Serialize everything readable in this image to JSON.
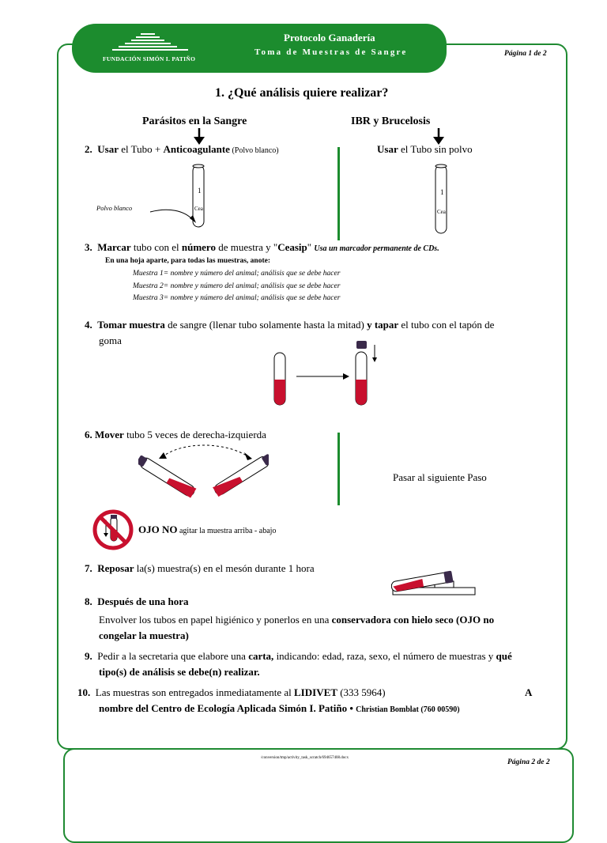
{
  "header": {
    "org": "FUNDACIÓN SIMÓN I. PATIÑO",
    "title": "Protocolo Ganadería",
    "subtitle": "Toma de Muestras de Sangre",
    "page1": "Página 1 de 2",
    "page2": "Página 2 de 2"
  },
  "q1": "1.  ¿Qué análisis quiere realizar?",
  "col_left": "Parásitos en la Sangre",
  "col_right": "IBR y Brucelosis",
  "step2": {
    "num": "2.",
    "a": "Usar",
    "b": " el Tubo + ",
    "c": "Anticoagulante",
    "d": " (Polvo blanco)",
    "right_a": "Usar",
    "right_b": " el Tubo sin polvo",
    "tube_num": "1",
    "tube_label": "Cea",
    "powder_label": "Polvo blanco"
  },
  "step3": {
    "num": "3.",
    "a": "Marcar",
    "b": " tubo con el ",
    "c": "número",
    "d": " de muestra y \"",
    "e": "Ceasip",
    "f": "\" ",
    "g": "Usa un marcador permanente de CDs.",
    "note": "En una hoja aparte, para todas las muestras, anote:",
    "lines": [
      "Muestra 1= nombre y número del animal; análisis que se debe hacer",
      "Muestra 2= nombre y número del animal; análisis que se debe hacer",
      "Muestra 3= nombre y número del animal; análisis que se debe hacer"
    ]
  },
  "step4": {
    "num": "4.",
    "a": "Tomar muestra",
    "b": " de sangre (llenar tubo solamente hasta la mitad) ",
    "c": "y tapar",
    "d": " el tubo con el tapón de",
    "e": "goma"
  },
  "step6": {
    "a": "6. Mover",
    "b": " tubo 5 veces de derecha-izquierda",
    "right": "Pasar al siguiente Paso"
  },
  "ojo": {
    "a": "OJO NO",
    "b": " agitar la muestra arriba - abajo"
  },
  "step7": {
    "num": "7.",
    "a": "Reposar",
    "b": " la(s) muestra(s) en el mesón durante 1 hora"
  },
  "step8": {
    "num": "8.",
    "a": "Después de una hora",
    "b": "Envolver los tubos en papel higiénico y ponerlos en una ",
    "c": "conservadora con hielo seco (OJO no",
    "d": "congelar la muestra)"
  },
  "step9": {
    "num": "9.",
    "a": "Pedir a la secretaria que elabore una ",
    "b": "carta,",
    "c": " indicando: edad, raza, sexo, el número de muestras y ",
    "d": "qué",
    "e": "tipo(s) de análisis se debe(n) realizar."
  },
  "step10": {
    "num": "10.",
    "a": "Las muestras son entregados inmediatamente al ",
    "b": "LIDIVET",
    "c": " (333 5964)",
    "d": "A",
    "e": "nombre del Centro de Ecología Aplicada Simón I. Patiño",
    "f": "  •  ",
    "g": "Christian Bomblat (760 00590)"
  },
  "footer_path": "/conversion/tmp/activity_task_scratch/694657408.docx",
  "colors": {
    "green": "#1c8c2e",
    "blood": "#c8102e",
    "cap": "#3a2a4a"
  }
}
